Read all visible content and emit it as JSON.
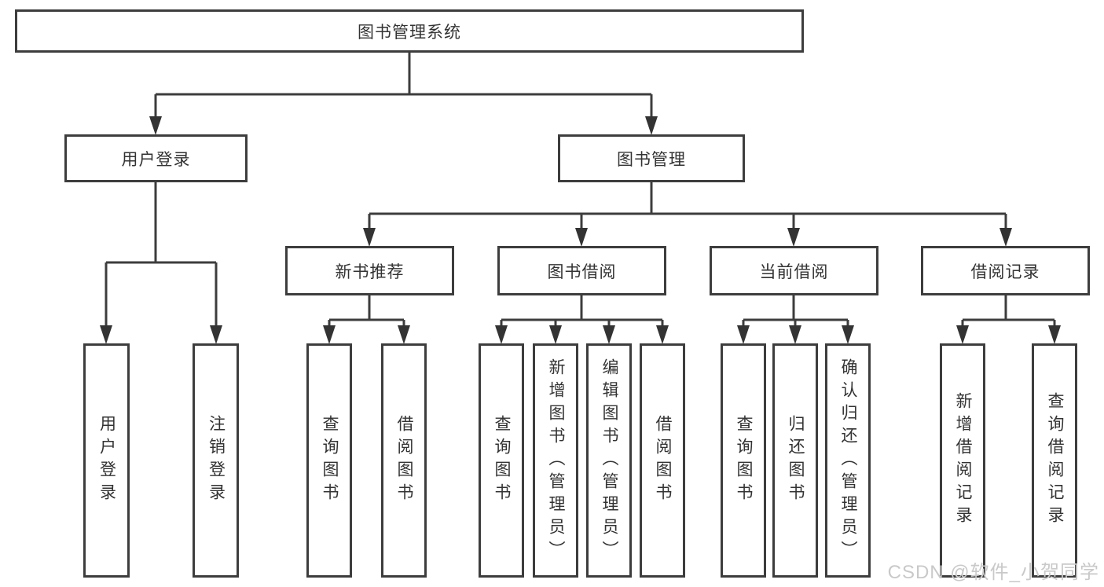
{
  "colors": {
    "background": "#ffffff",
    "line": "#3d3d3d",
    "text": "#333333",
    "watermark": "#c9c9c9"
  },
  "diagram": {
    "type": "tree",
    "root": {
      "label": "图书管理系统",
      "children": [
        {
          "label": "用户登录",
          "children": [
            {
              "label": "用户登录"
            },
            {
              "label": "注销登录"
            }
          ]
        },
        {
          "label": "图书管理",
          "children": [
            {
              "label": "新书推荐",
              "children": [
                {
                  "label": "查询图书"
                },
                {
                  "label": "借阅图书"
                }
              ]
            },
            {
              "label": "图书借阅",
              "children": [
                {
                  "label": "查询图书"
                },
                {
                  "label": "新增图书（管理员）"
                },
                {
                  "label": "编辑图书（管理员）"
                },
                {
                  "label": "借阅图书"
                }
              ]
            },
            {
              "label": "当前借阅",
              "children": [
                {
                  "label": "查询图书"
                },
                {
                  "label": "归还图书"
                },
                {
                  "label": "确认归还（管理员）"
                }
              ]
            },
            {
              "label": "借阅记录",
              "children": [
                {
                  "label": "新增借阅记录"
                },
                {
                  "label": "查询借阅记录"
                }
              ]
            }
          ]
        }
      ]
    }
  },
  "watermark": {
    "text": "CSDN @软件_小贺同学"
  }
}
